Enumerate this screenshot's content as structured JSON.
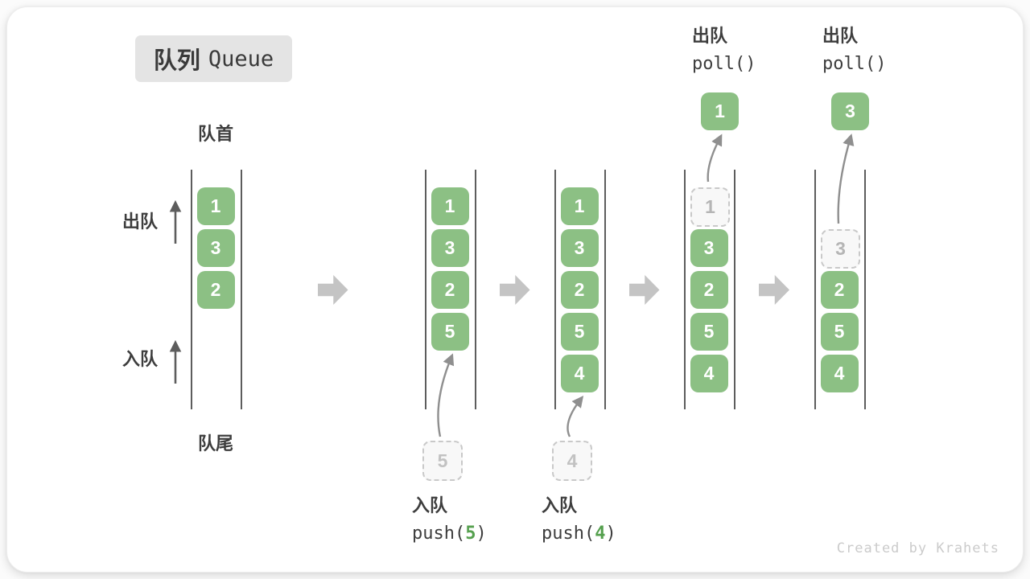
{
  "title": {
    "zh": "队列",
    "en": "Queue"
  },
  "labels": {
    "front": "队首",
    "rear": "队尾",
    "dequeue": "出队",
    "enqueue": "入队"
  },
  "watermark": "Created by Krahets",
  "colors": {
    "box_green": "#8cc084",
    "code_arg_green": "#55a04e",
    "dashed_gray": "#c9c9c9",
    "label_dark": "#3d3d3d",
    "flow_arrow_gray": "#c4c4c4",
    "curve_arrow_gray": "#8f8f8f",
    "chip_bg": "#e4e4e4"
  },
  "diagram": {
    "type": "queue-operations",
    "steps": [
      {
        "name": "initial",
        "queue": [
          {
            "slot": 1,
            "value": "1",
            "state": "filled"
          },
          {
            "slot": 2,
            "value": "3",
            "state": "filled"
          },
          {
            "slot": 3,
            "value": "2",
            "state": "filled"
          }
        ]
      },
      {
        "name": "push-5",
        "queue": [
          {
            "slot": 1,
            "value": "1",
            "state": "filled"
          },
          {
            "slot": 2,
            "value": "3",
            "state": "filled"
          },
          {
            "slot": 3,
            "value": "2",
            "state": "filled"
          },
          {
            "slot": 4,
            "value": "5",
            "state": "filled"
          }
        ],
        "push": {
          "incoming_value": "5",
          "label": "入队",
          "code_pre": "push(",
          "code_arg": "5",
          "code_post": ")"
        }
      },
      {
        "name": "push-4",
        "queue": [
          {
            "slot": 1,
            "value": "1",
            "state": "filled"
          },
          {
            "slot": 2,
            "value": "3",
            "state": "filled"
          },
          {
            "slot": 3,
            "value": "2",
            "state": "filled"
          },
          {
            "slot": 4,
            "value": "5",
            "state": "filled"
          },
          {
            "slot": 5,
            "value": "4",
            "state": "filled"
          }
        ],
        "push": {
          "incoming_value": "4",
          "label": "入队",
          "code_pre": "push(",
          "code_arg": "4",
          "code_post": ")"
        }
      },
      {
        "name": "poll-1",
        "queue": [
          {
            "slot": 1,
            "value": "1",
            "state": "removed"
          },
          {
            "slot": 2,
            "value": "3",
            "state": "filled"
          },
          {
            "slot": 3,
            "value": "2",
            "state": "filled"
          },
          {
            "slot": 4,
            "value": "5",
            "state": "filled"
          },
          {
            "slot": 5,
            "value": "4",
            "state": "filled"
          }
        ],
        "poll": {
          "result_value": "1",
          "label": "出队",
          "code": "poll()"
        }
      },
      {
        "name": "poll-3",
        "queue": [
          {
            "slot": 2,
            "value": "3",
            "state": "removed"
          },
          {
            "slot": 3,
            "value": "2",
            "state": "filled"
          },
          {
            "slot": 4,
            "value": "5",
            "state": "filled"
          },
          {
            "slot": 5,
            "value": "4",
            "state": "filled"
          }
        ],
        "poll": {
          "result_value": "3",
          "label": "出队",
          "code": "poll()"
        }
      }
    ]
  }
}
